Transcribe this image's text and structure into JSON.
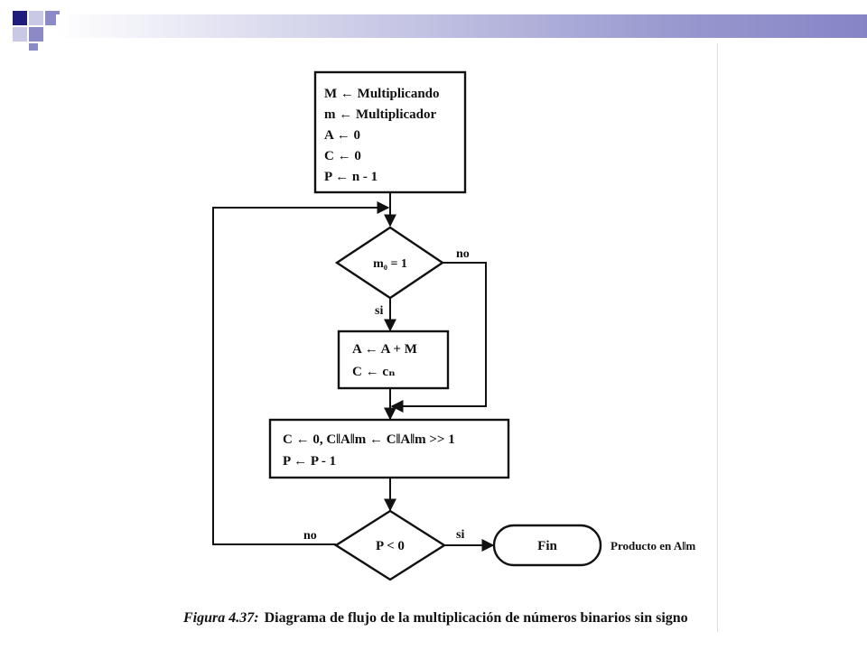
{
  "slide": {
    "colors": {
      "primary": "#1e1e7a",
      "secondary": "#8a8ac6",
      "light": "#c9c9e6"
    }
  },
  "flowchart": {
    "init_block": {
      "lines": [
        "M ← Multiplicando",
        "m ← Multiplicador",
        "A ← 0",
        "C ← 0",
        "P ← n - 1"
      ]
    },
    "decision_m0": {
      "label": "m₀ = 1",
      "no_label": "no",
      "yes_label": "si"
    },
    "add_block": {
      "lines": [
        "A ← A + M",
        "C ← cₙ"
      ]
    },
    "shift_block": {
      "lines": [
        "C ← 0, C‖A‖m ← C‖A‖m >> 1",
        "P ← P - 1"
      ]
    },
    "decision_p": {
      "label": "P < 0",
      "no_label": "no",
      "yes_label": "si"
    },
    "end_terminal": {
      "label": "Fin",
      "note": "Producto en A‖m"
    }
  },
  "caption": {
    "number": "Figura 4.37:",
    "text": "Diagrama de flujo de la multiplicación de números binarios sin signo"
  }
}
